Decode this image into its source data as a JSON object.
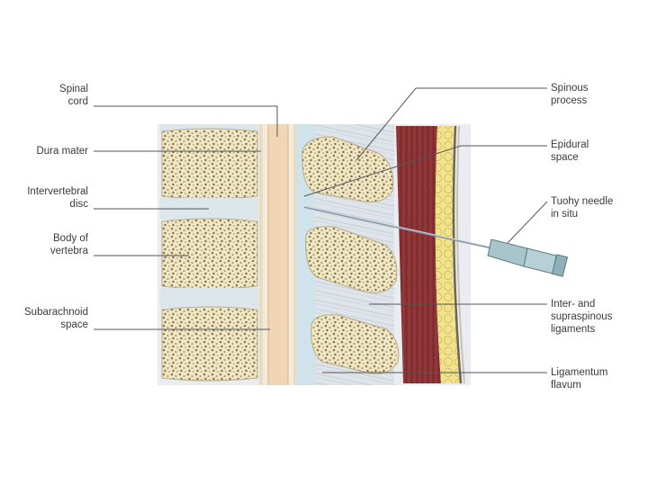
{
  "labels": {
    "spinal_cord": [
      "Spinal",
      "cord"
    ],
    "dura_mater": [
      "Dura mater"
    ],
    "intervertebral_disc": [
      "Intervertebral",
      "disc"
    ],
    "body_of_vertebra": [
      "Body of",
      "vertebra"
    ],
    "subarachnoid_space": [
      "Subarachnoid",
      "space"
    ],
    "spinous_process": [
      "Spinous",
      "process"
    ],
    "epidural_space": [
      "Epidural",
      "space"
    ],
    "tuohy_needle": [
      "Tuohy needle",
      "in situ"
    ],
    "inter_supraspinous": [
      "Inter- and",
      "supraspinous",
      "ligaments"
    ],
    "ligamentum_flavum": [
      "Ligamentum",
      "flavum"
    ]
  },
  "colors": {
    "bone": "#efe6c3",
    "bone_dots": "#8c7a55",
    "disc": "#dde6ea",
    "cord": "#f1d6b5",
    "muscle": "#8a3335",
    "fat": "#f1e38d",
    "ligament": "#d9dee6",
    "leader_line": "#555555"
  }
}
